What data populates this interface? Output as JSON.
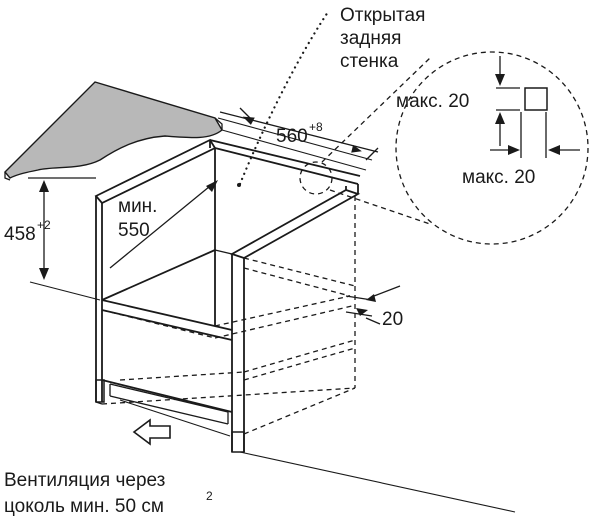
{
  "labels": {
    "open_back": [
      "Открытая",
      "задняя",
      "стенка"
    ],
    "max_top": "макс. 20",
    "max_right": "макс. 20",
    "width_value": "560",
    "width_tolerance": "+8",
    "depth_prefix": "мин.",
    "depth_value": "550",
    "height_value": "458",
    "height_tolerance": "+2",
    "gap_value": "20",
    "ventilation_line1": "Вентиляция через",
    "ventilation_line2": "цоколь мин. 50 см",
    "ventilation_unit_power": "2"
  }
}
